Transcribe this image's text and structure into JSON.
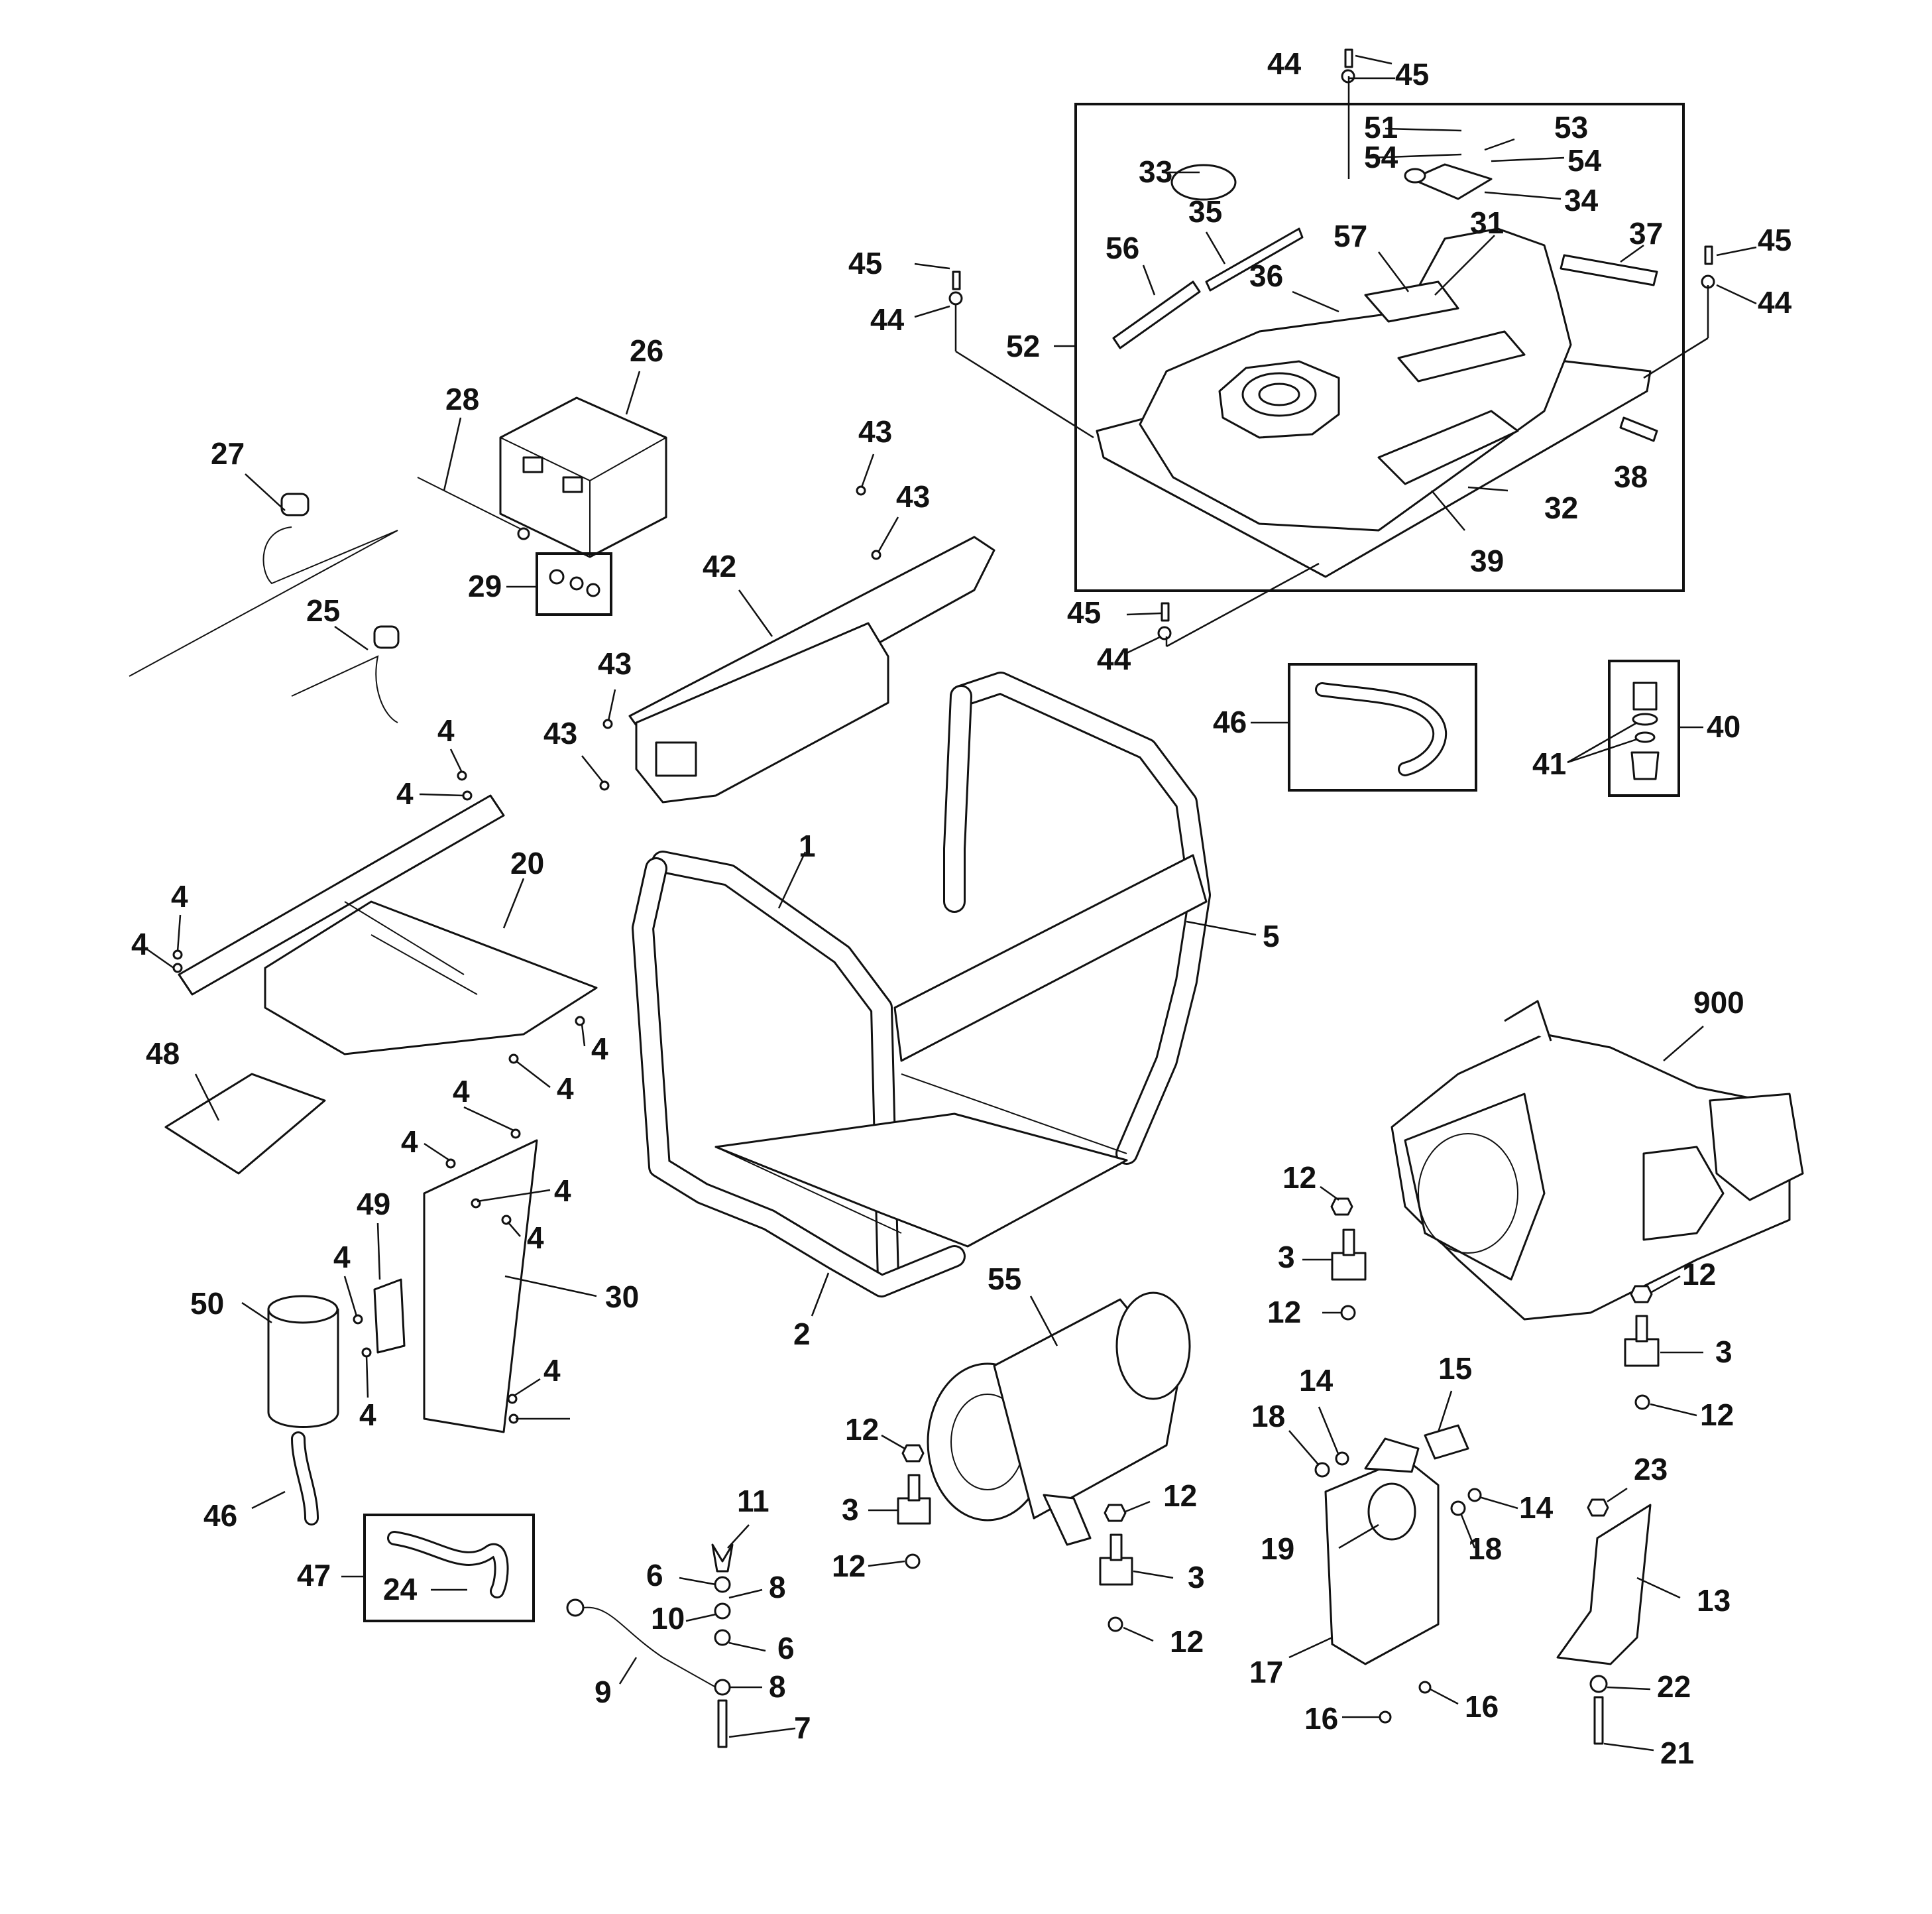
{
  "diagram": {
    "callouts": [
      {
        "id": "c-44-a",
        "text": "44"
      },
      {
        "id": "c-45-a",
        "text": "45"
      },
      {
        "id": "c-51",
        "text": "51"
      },
      {
        "id": "c-53",
        "text": "53"
      },
      {
        "id": "c-54-a",
        "text": "54"
      },
      {
        "id": "c-54-b",
        "text": "54"
      },
      {
        "id": "c-33",
        "text": "33"
      },
      {
        "id": "c-34",
        "text": "34"
      },
      {
        "id": "c-35",
        "text": "35"
      },
      {
        "id": "c-31",
        "text": "31"
      },
      {
        "id": "c-57",
        "text": "57"
      },
      {
        "id": "c-36",
        "text": "36"
      },
      {
        "id": "c-56",
        "text": "56"
      },
      {
        "id": "c-37",
        "text": "37"
      },
      {
        "id": "c-45-b",
        "text": "45"
      },
      {
        "id": "c-44-b",
        "text": "44"
      },
      {
        "id": "c-45-c",
        "text": "45"
      },
      {
        "id": "c-44-c",
        "text": "44"
      },
      {
        "id": "c-52",
        "text": "52"
      },
      {
        "id": "c-38",
        "text": "38"
      },
      {
        "id": "c-32",
        "text": "32"
      },
      {
        "id": "c-39",
        "text": "39"
      },
      {
        "id": "c-26",
        "text": "26"
      },
      {
        "id": "c-28",
        "text": "28"
      },
      {
        "id": "c-27",
        "text": "27"
      },
      {
        "id": "c-29",
        "text": "29"
      },
      {
        "id": "c-25",
        "text": "25"
      },
      {
        "id": "c-43-a",
        "text": "43"
      },
      {
        "id": "c-43-b",
        "text": "43"
      },
      {
        "id": "c-42",
        "text": "42"
      },
      {
        "id": "c-43-c",
        "text": "43"
      },
      {
        "id": "c-43-d",
        "text": "43"
      },
      {
        "id": "c-45-d",
        "text": "45"
      },
      {
        "id": "c-44-d",
        "text": "44"
      },
      {
        "id": "c-46-a",
        "text": "46"
      },
      {
        "id": "c-40",
        "text": "40"
      },
      {
        "id": "c-41",
        "text": "41"
      },
      {
        "id": "c-4-a",
        "text": "4"
      },
      {
        "id": "c-4-b",
        "text": "4"
      },
      {
        "id": "c-20",
        "text": "20"
      },
      {
        "id": "c-4-c",
        "text": "4"
      },
      {
        "id": "c-4-d",
        "text": "4"
      },
      {
        "id": "c-1",
        "text": "1"
      },
      {
        "id": "c-5",
        "text": "5"
      },
      {
        "id": "c-48",
        "text": "48"
      },
      {
        "id": "c-4-e",
        "text": "4"
      },
      {
        "id": "c-4-f",
        "text": "4"
      },
      {
        "id": "c-4-g",
        "text": "4"
      },
      {
        "id": "c-4-h",
        "text": "4"
      },
      {
        "id": "c-4-i",
        "text": "4"
      },
      {
        "id": "c-49",
        "text": "49"
      },
      {
        "id": "c-4-j",
        "text": "4"
      },
      {
        "id": "c-4-k",
        "text": "4"
      },
      {
        "id": "c-30",
        "text": "30"
      },
      {
        "id": "c-50",
        "text": "50"
      },
      {
        "id": "c-4-l",
        "text": "4"
      },
      {
        "id": "c-4-m",
        "text": "4"
      },
      {
        "id": "c-2",
        "text": "2"
      },
      {
        "id": "c-900",
        "text": "900"
      },
      {
        "id": "c-12-a",
        "text": "12"
      },
      {
        "id": "c-3-a",
        "text": "3"
      },
      {
        "id": "c-12-b",
        "text": "12"
      },
      {
        "id": "c-12-c",
        "text": "12"
      },
      {
        "id": "c-3-b",
        "text": "3"
      },
      {
        "id": "c-12-d",
        "text": "12"
      },
      {
        "id": "c-55",
        "text": "55"
      },
      {
        "id": "c-46-b",
        "text": "46"
      },
      {
        "id": "c-47",
        "text": "47"
      },
      {
        "id": "c-24",
        "text": "24"
      },
      {
        "id": "c-11",
        "text": "11"
      },
      {
        "id": "c-6-a",
        "text": "6"
      },
      {
        "id": "c-8-a",
        "text": "8"
      },
      {
        "id": "c-10",
        "text": "10"
      },
      {
        "id": "c-6-b",
        "text": "6"
      },
      {
        "id": "c-8-b",
        "text": "8"
      },
      {
        "id": "c-9",
        "text": "9"
      },
      {
        "id": "c-7",
        "text": "7"
      },
      {
        "id": "c-12-e",
        "text": "12"
      },
      {
        "id": "c-3-c",
        "text": "3"
      },
      {
        "id": "c-12-f",
        "text": "12"
      },
      {
        "id": "c-12-g",
        "text": "12"
      },
      {
        "id": "c-3-d",
        "text": "3"
      },
      {
        "id": "c-12-h",
        "text": "12"
      },
      {
        "id": "c-14-a",
        "text": "14"
      },
      {
        "id": "c-15",
        "text": "15"
      },
      {
        "id": "c-18-a",
        "text": "18"
      },
      {
        "id": "c-14-b",
        "text": "14"
      },
      {
        "id": "c-19",
        "text": "19"
      },
      {
        "id": "c-18-b",
        "text": "18"
      },
      {
        "id": "c-17",
        "text": "17"
      },
      {
        "id": "c-16-a",
        "text": "16"
      },
      {
        "id": "c-16-b",
        "text": "16"
      },
      {
        "id": "c-23",
        "text": "23"
      },
      {
        "id": "c-13",
        "text": "13"
      },
      {
        "id": "c-22",
        "text": "22"
      },
      {
        "id": "c-21",
        "text": "21"
      }
    ]
  }
}
